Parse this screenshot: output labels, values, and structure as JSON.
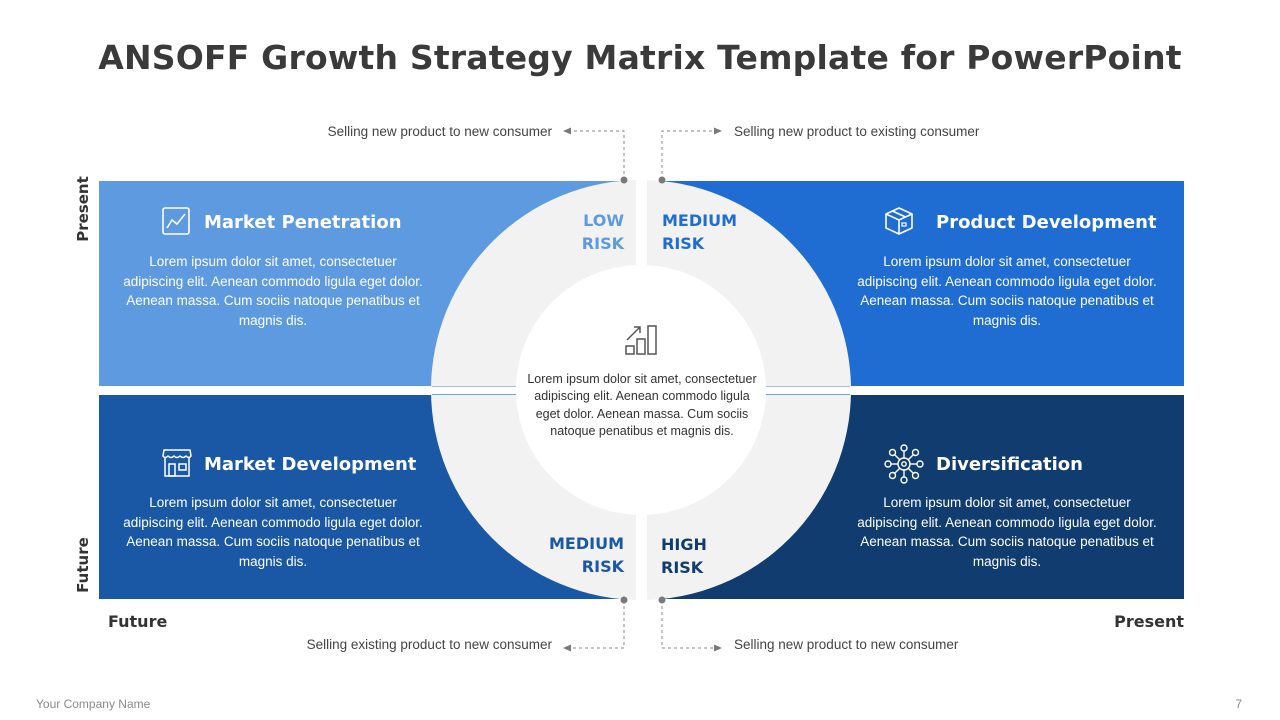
{
  "slide": {
    "title": "ANSOFF Growth Strategy Matrix Template for PowerPoint",
    "footer_company": "Your Company  Name",
    "page_number": "7"
  },
  "colors": {
    "q_top_left": "#5e9ae0",
    "q_top_right": "#1f6dd3",
    "q_bottom_left": "#1a58a5",
    "q_bottom_right": "#113c70",
    "center_ring": "#f2f2f2"
  },
  "quadrants": {
    "top_left": {
      "title": "Market Penetration",
      "icon": "line-chart-icon",
      "body": "Lorem ipsum dolor sit amet, consectetuer adipiscing elit. Aenean commodo  ligula eget dolor.  Aenean massa. Cum sociis natoque penatibus et magnis dis.",
      "risk_line1": "LOW",
      "risk_line2": "RISK"
    },
    "top_right": {
      "title": "Product Development",
      "icon": "box-icon",
      "body": "Lorem ipsum dolor sit amet, consectetuer adipiscing elit. Aenean commodo  ligula eget dolor.  Aenean massa. Cum sociis natoque penatibus et magnis dis.",
      "risk_line1": "MEDIUM",
      "risk_line2": "RISK"
    },
    "bottom_left": {
      "title": "Market Development",
      "icon": "store-icon",
      "body": "Lorem ipsum dolor sit amet, consectetuer adipiscing elit. Aenean commodo  ligula eget dolor.  Aenean massa. Cum sociis natoque penatibus et magnis dis.",
      "risk_line1": "MEDIUM",
      "risk_line2": "RISK"
    },
    "bottom_right": {
      "title": "Diversification",
      "icon": "network-icon",
      "body": "Lorem ipsum dolor sit amet, consectetuer adipiscing elit. Aenean commodo  ligula eget dolor.  Aenean massa. Cum sociis natoque penatibus et magnis dis.",
      "risk_line1": "HIGH",
      "risk_line2": "RISK"
    }
  },
  "center": {
    "icon": "growth-bars-icon",
    "text": "Lorem ipsum dolor sit amet, consectetuer adipiscing elit. Aenean commodo ligula eget dolor. Aenean massa. Cum sociis natoque penatibus et magnis dis."
  },
  "annotations": {
    "top_left": "Selling new product  to new consumer",
    "top_right": "Selling new product  to existing  consumer",
    "bottom_left": "Selling existing product to  new consumer",
    "bottom_right": "Selling new product  to new consumer"
  },
  "axes": {
    "left_top": "Present",
    "left_bottom": "Future",
    "bottom_left": "Future",
    "bottom_right": "Present"
  }
}
